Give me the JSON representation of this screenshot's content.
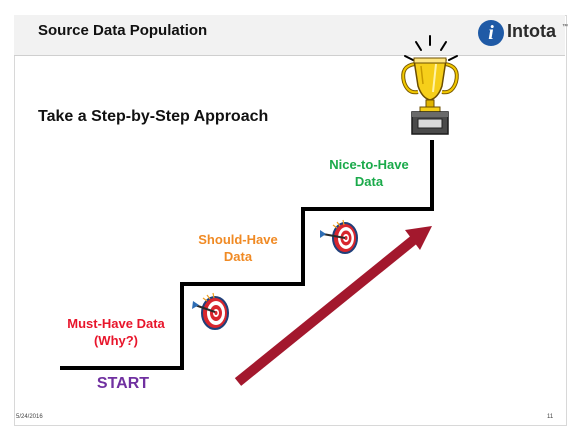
{
  "header": {
    "title": "Source Data Population",
    "logo": {
      "glyph": "i",
      "text": "Intota",
      "tm": "™",
      "color": "#1f5aa6"
    }
  },
  "main": {
    "subtitle": "Take a Step-by-Step Approach",
    "start_label": "START",
    "steps": [
      {
        "lines": [
          "Must-Have Data",
          "(Why?)"
        ],
        "color": "#e8152b"
      },
      {
        "lines": [
          "Should-Have",
          "Data"
        ],
        "color": "#f08a24"
      },
      {
        "lines": [
          "Nice-to-Have",
          "Data"
        ],
        "color": "#1aaa4a"
      }
    ],
    "icons": [
      "dart-target-icon",
      "dart-target-icon",
      "trophy-icon",
      "up-arrow-icon"
    ],
    "arrow_color": "#a3182d"
  },
  "footer": {
    "date": "5/24/2016",
    "page": "11"
  }
}
